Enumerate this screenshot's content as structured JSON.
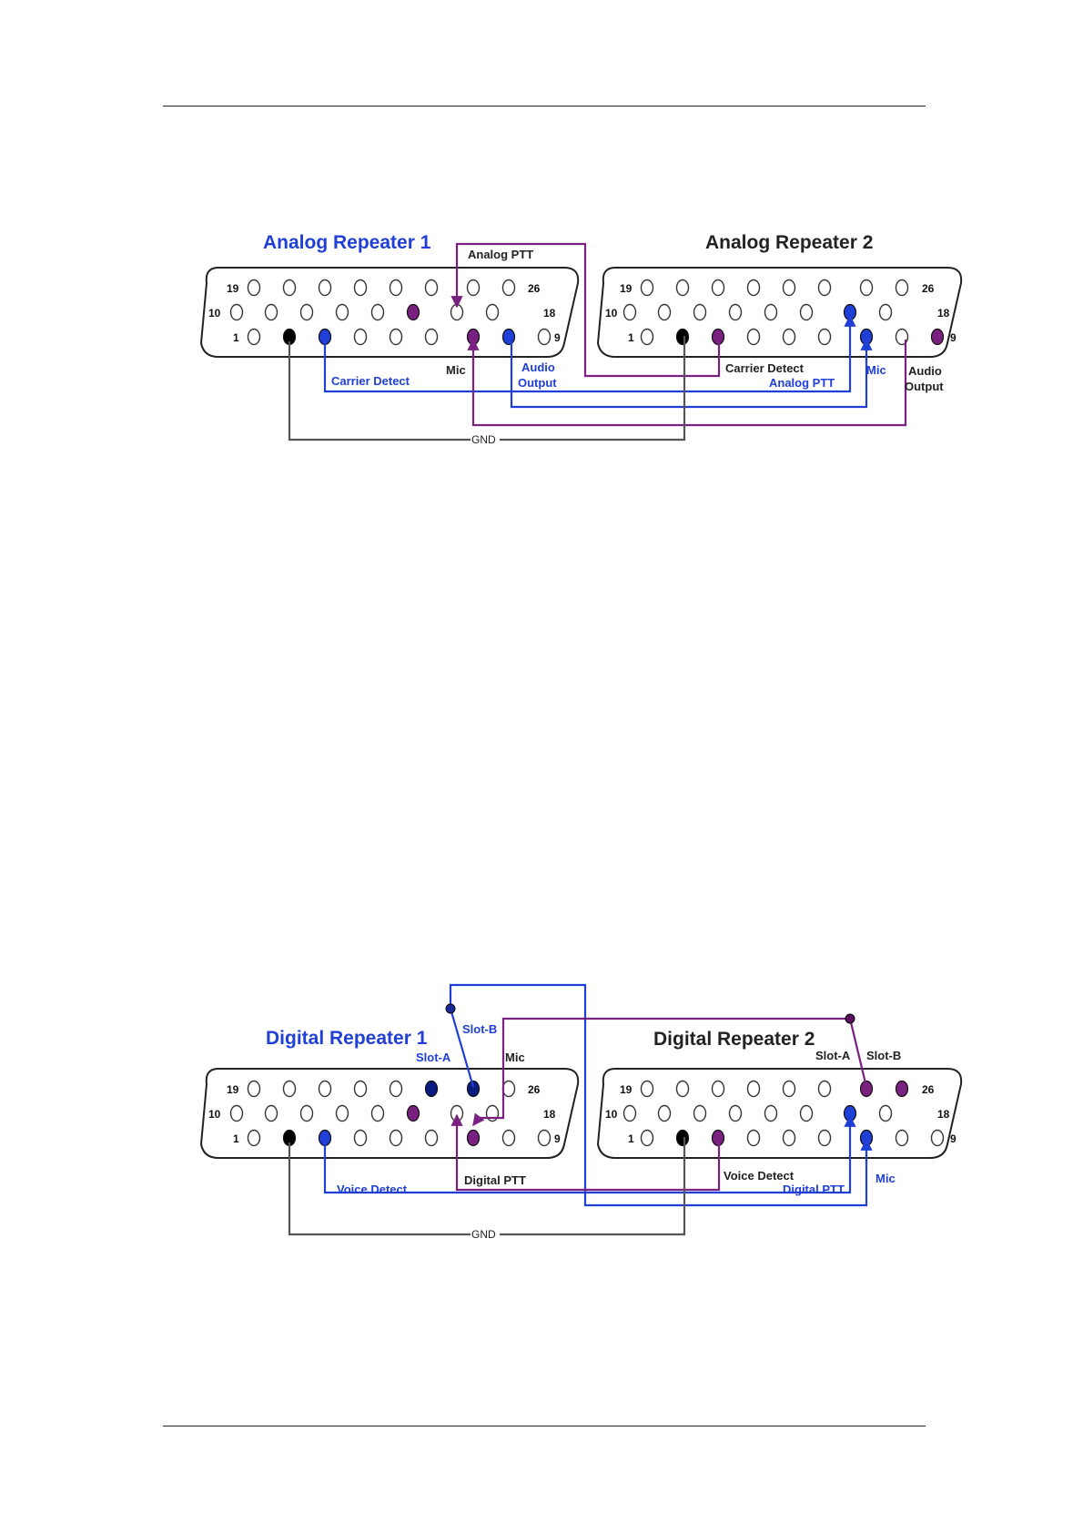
{
  "colors": {
    "blue": "#1f3fd6",
    "purple": "#7a2080",
    "black": "#000000",
    "navy": "#0a1a80",
    "ground_wire": "#555555",
    "text_dark": "#222222"
  },
  "pin_numbers": {
    "row_top_left": "19",
    "row_top_right": "26",
    "row_mid_left": "10",
    "row_mid_right": "18",
    "row_bot_left": "1",
    "row_bot_right": "9"
  },
  "analog": {
    "repeater1_title": "Analog Repeater 1",
    "repeater2_title": "Analog Repeater 2",
    "analog_ptt_top": "Analog PTT",
    "mic_left": "Mic",
    "audio_output_left": [
      "Audio",
      "Output"
    ],
    "carrier_detect_left": "Carrier Detect",
    "carrier_detect_right": "Carrier Detect",
    "analog_ptt_right": "Analog PTT",
    "mic_right": "Mic",
    "audio_output_right": [
      "Audio",
      "Output"
    ],
    "gnd": "GND"
  },
  "digital": {
    "repeater1_title": "Digital Repeater 1",
    "repeater2_title": "Digital Repeater 2",
    "slot_b_left": "Slot-B",
    "slot_a_left": "Slot-A",
    "mic_left": "Mic",
    "slot_a_right": "Slot-A",
    "slot_b_right": "Slot-B",
    "digital_ptt_left": "Digital PTT",
    "voice_detect_left": "Voice Detect",
    "voice_detect_right": "Voice Detect",
    "digital_ptt_right": "Digital PTT",
    "mic_right": "Mic",
    "gnd": "GND"
  }
}
